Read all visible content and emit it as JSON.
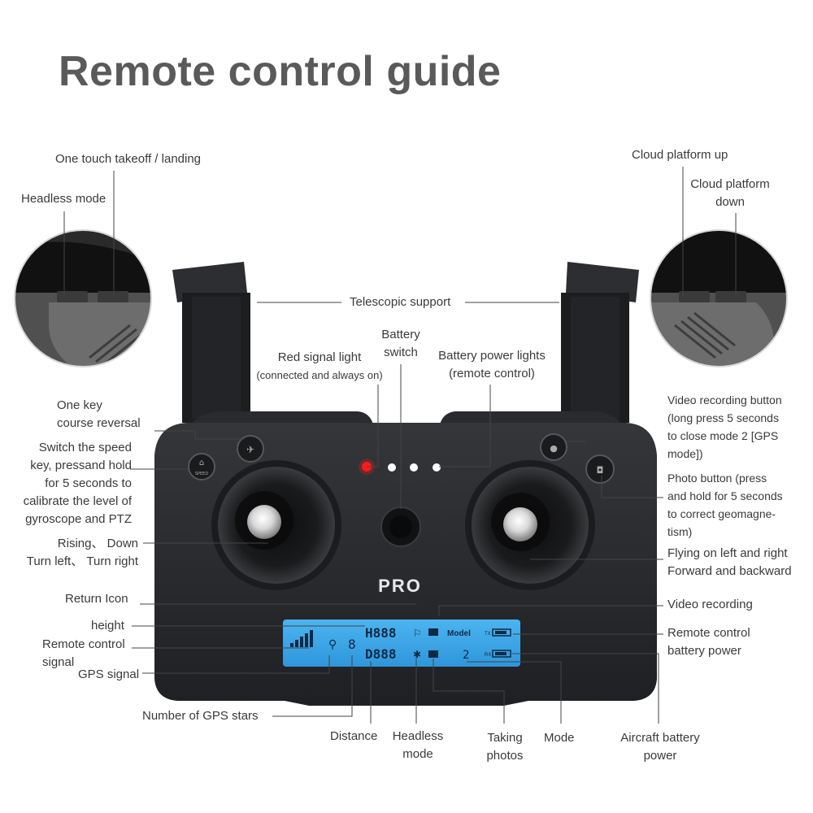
{
  "title": "Remote control guide",
  "labels": {
    "one_touch_takeoff": "One touch takeoff / landing",
    "headless_mode_top": "Headless mode",
    "cloud_up": "Cloud platform up",
    "cloud_down_1": "Cloud platform",
    "cloud_down_2": "down",
    "telescopic": "Telescopic support",
    "battery_switch_1": "Battery",
    "battery_switch_2": "switch",
    "red_signal_1": "Red signal light",
    "red_signal_2": "(connected and always on)",
    "battery_lights_1": "Battery power lights",
    "battery_lights_2": "(remote control)",
    "one_key_1": "One key",
    "one_key_2": "course reversal",
    "speed_1": "Switch the speed",
    "speed_2": "key, pressand hold",
    "speed_3": "for 5 seconds to",
    "speed_4": "calibrate the level of",
    "speed_5": "gyroscope and PTZ",
    "rising_1": "Rising、 Down",
    "rising_2": "Turn left、 Turn right",
    "return_icon": "Return Icon",
    "height": "height",
    "rc_signal_1": "Remote control",
    "rc_signal_2": "signal",
    "gps_signal": "GPS signal",
    "gps_stars": "Number of GPS stars",
    "distance": "Distance",
    "headless_1": "Headless",
    "headless_2": "mode",
    "taking_1": "Taking",
    "taking_2": "photos",
    "mode": "Mode",
    "aircraft_1": "Aircraft battery",
    "aircraft_2": "power",
    "video_btn_1": "Video recording button",
    "video_btn_2": "(long press 5 seconds",
    "video_btn_3": "to close mode 2 [GPS",
    "video_btn_4": "mode])",
    "photo_btn_1": "Photo button (press",
    "photo_btn_2": "and hold for 5 seconds",
    "photo_btn_3": "to correct geomagne-",
    "photo_btn_4": "tism)",
    "flying_1": "Flying on left and right",
    "flying_2": "Forward and backward",
    "video_rec": "Video recording",
    "rc_battery_1": "Remote control",
    "rc_battery_2": "battery power"
  },
  "device": {
    "brand": "PRO",
    "speed_key": "SPEED"
  },
  "lcd": {
    "height": "H888",
    "distance": "D888",
    "gps_count": "8",
    "mode_label": "Model",
    "mode_value": "2",
    "tx": "TX",
    "rx": "RX"
  },
  "colors": {
    "body": "#2b2c2f",
    "lcd": "#3aa6e6",
    "red_led": "#ff1a1a",
    "white_led": "#ffffff"
  }
}
